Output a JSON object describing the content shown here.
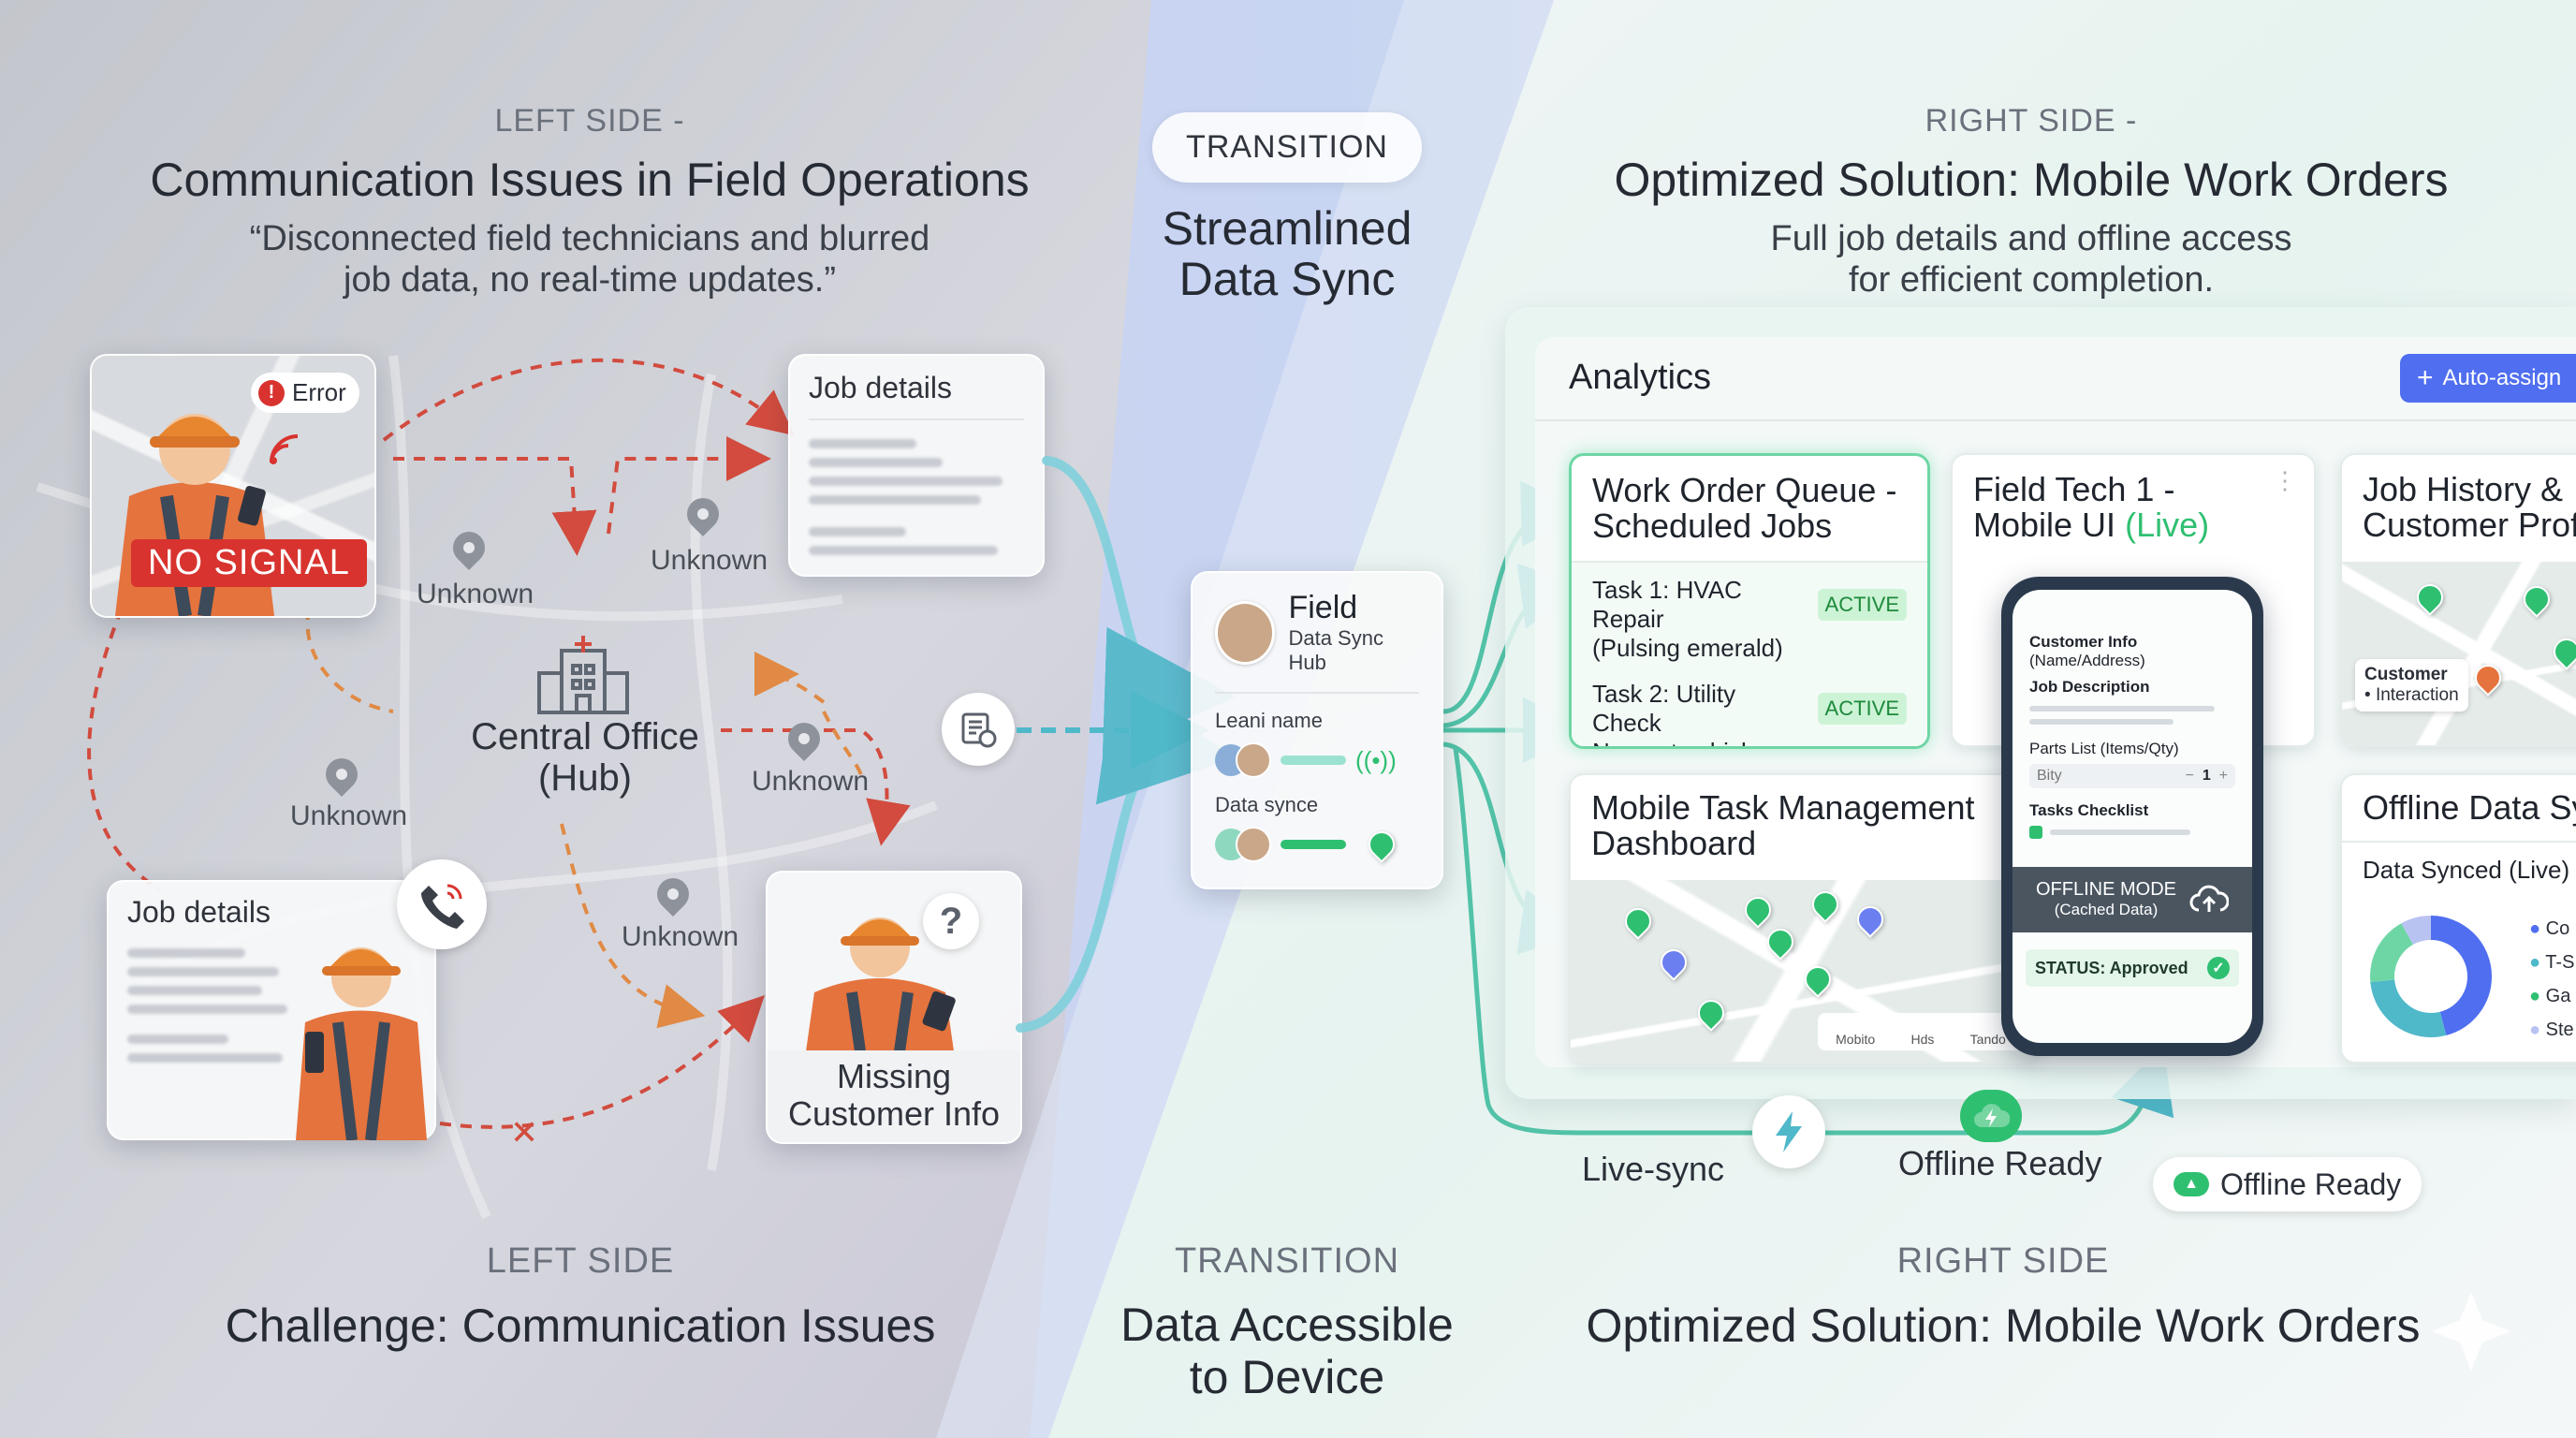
{
  "left_header": {
    "label": "LEFT SIDE -",
    "title": "Communication Issues in Field Operations",
    "quote_line1": "“Disconnected field technicians and blurred",
    "quote_line2": "job data, no real-time updates.”"
  },
  "transition_header": {
    "badge": "TRANSITION",
    "title_line1": "Streamlined",
    "title_line2": "Data Sync"
  },
  "right_header": {
    "label": "RIGHT SIDE -",
    "title": "Optimized Solution: Mobile Work Orders",
    "sub_line1": "Full job details and offline access",
    "sub_line2": "for efficient completion."
  },
  "left_diagram": {
    "error_badge": "Error",
    "no_signal": "NO SIGNAL",
    "job_details_top": "Job details",
    "job_details_bottom": "Job details",
    "hub_line1": "Central Office",
    "hub_line2": "(Hub)",
    "unknown_labels": [
      "Unknown",
      "Unknown",
      "Unknown",
      "Unknown",
      "Unknown"
    ],
    "missing_line1": "Missing",
    "missing_line2": "Customer Info",
    "question_mark": "?"
  },
  "sync_hub": {
    "title": "Field",
    "subtitle": "Data Sync Hub",
    "row1_label": "Leani name",
    "row2_label": "Data synce"
  },
  "dashboard": {
    "title": "Analytics",
    "auto_assign": "Auto-assign",
    "queue": {
      "title_line1": "Work Order Queue -",
      "title_line2": "Scheduled Jobs",
      "task1_line1": "Task 1: HVAC Repair",
      "task1_line2": "(Pulsing emerald)",
      "task2_line1": "Task 2: Utility Check",
      "task2_line2": "Nearest vehicle",
      "status": "ACTIVE"
    },
    "field_tech": {
      "title_line1": "Field Tech 1 -",
      "title_line2": "Mobile UI",
      "live": "(Live)"
    },
    "phone": {
      "customer_info_line1": "Customer Info",
      "customer_info_line2": "(Name/Address)",
      "job_description": "Job Description",
      "parts_list": "Parts List (Items/Qty)",
      "parts_item": "Bity",
      "parts_qty": "1",
      "tasks_checklist": "Tasks Checklist",
      "offline_line1": "OFFLINE MODE",
      "offline_line2": "(Cached Data)",
      "status": "STATUS: Approved"
    },
    "job_history": {
      "title_line1": "Job History &",
      "title_line2": "Customer Prof",
      "tooltip_line1": "Customer",
      "tooltip_line2": "Interaction"
    },
    "task_mgmt": {
      "title_line1": "Mobile Task Management",
      "title_line2": "Dashboard",
      "legend": [
        "Mobito",
        "Hds",
        "Tando"
      ]
    },
    "offline_data": {
      "title": "Offline Data Sy",
      "synced": "Data Synced (Live)",
      "legend": [
        "Co",
        "T-S",
        "Ga",
        "Ste"
      ]
    }
  },
  "flow": {
    "live_sync": "Live-sync",
    "offline_ready": "Offline Ready",
    "offline_ready_pill": "Offline Ready"
  },
  "footer": {
    "left_label": "LEFT SIDE",
    "left_title": "Challenge: Communication Issues",
    "mid_label": "TRANSITION",
    "mid_line1": "Data Accessible",
    "mid_line2": "to Device",
    "right_label": "RIGHT SIDE",
    "right_title": "Optimized Solution: Mobile Work Orders"
  },
  "colors": {
    "accent_green": "#2fbf71",
    "teal": "#4fb8c9",
    "error_red": "#d8332f",
    "blue_button": "#4f6ef0"
  }
}
